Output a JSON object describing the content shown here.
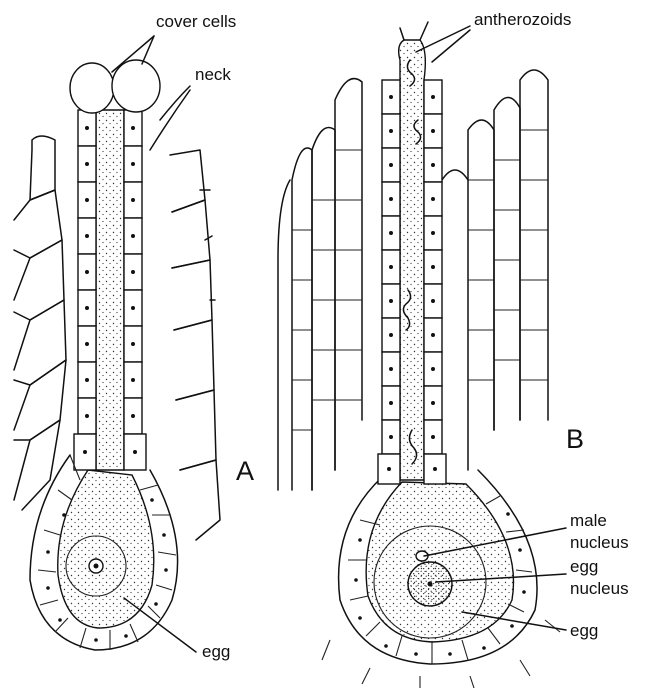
{
  "labels": {
    "cover_cells": "cover cells",
    "neck": "neck",
    "egg_a": "egg",
    "panel_a": "A",
    "antherozoids": "antherozoids",
    "panel_b": "B",
    "male_nucleus": [
      "male",
      "nucleus"
    ],
    "egg_nucleus": [
      "egg",
      "nucleus"
    ],
    "egg_b": "egg"
  }
}
